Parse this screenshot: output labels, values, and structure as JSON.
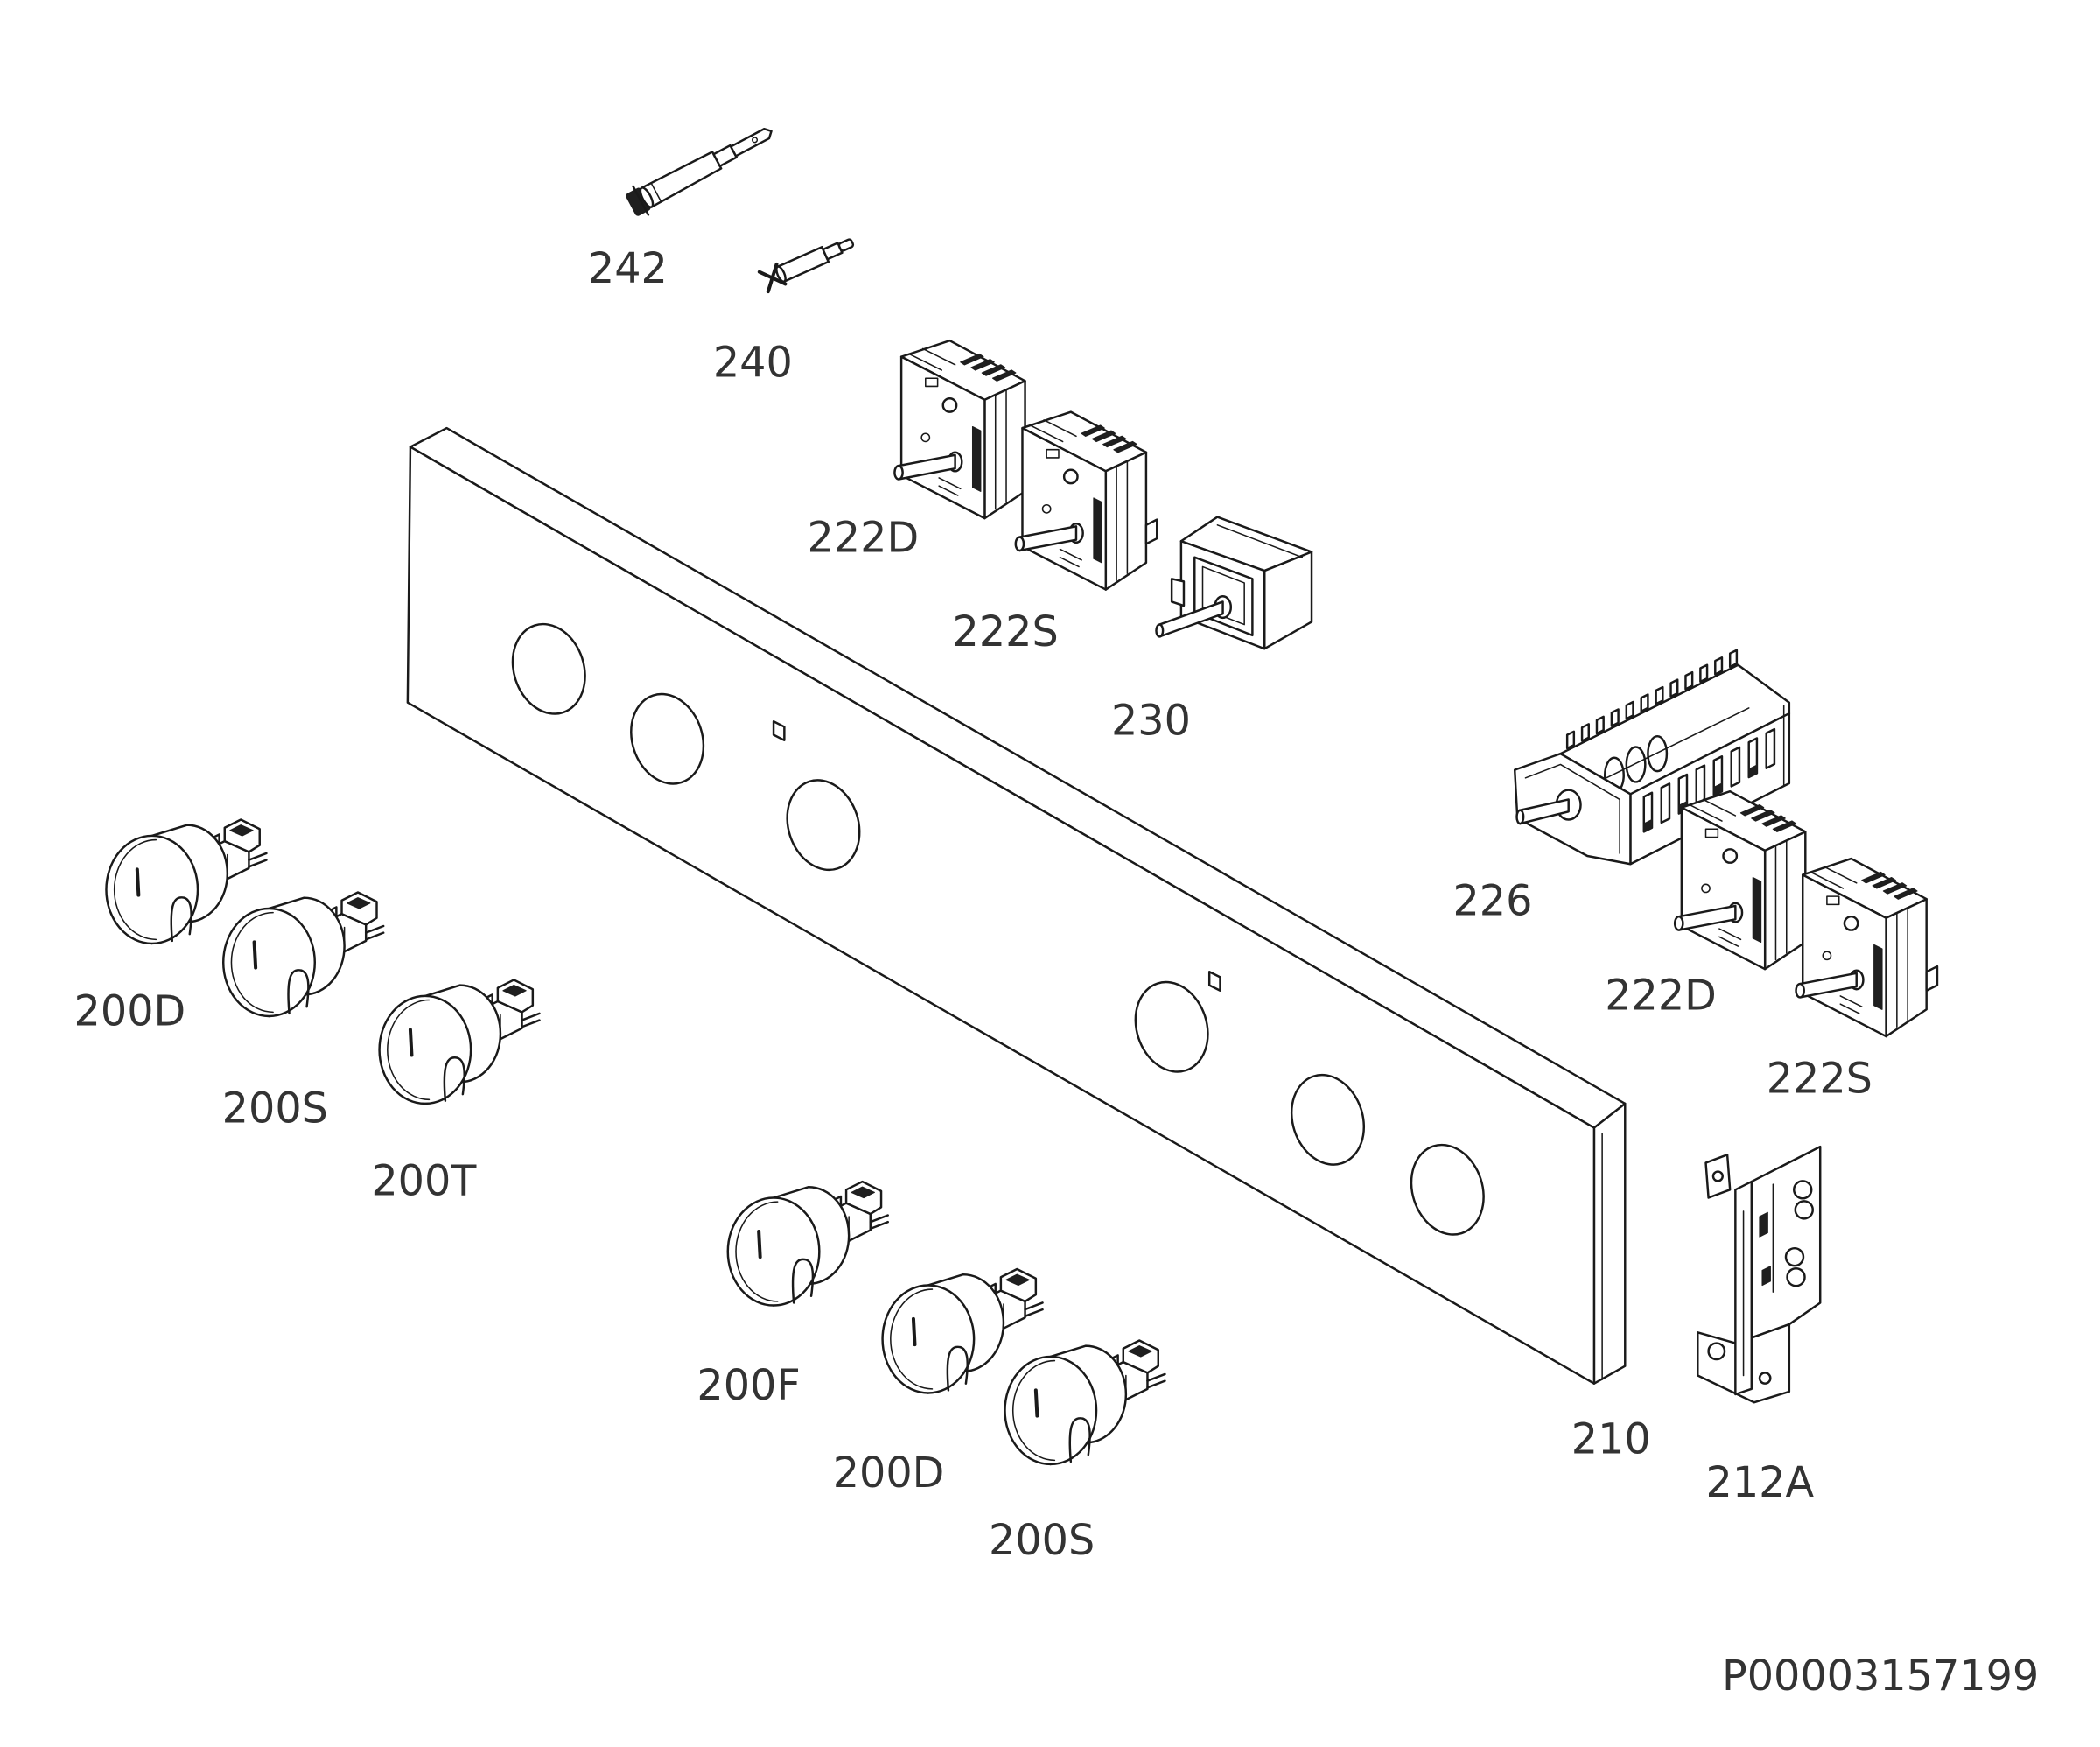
{
  "callouts": [
    "242",
    "240",
    "222D",
    "222S",
    "230",
    "226",
    "222D",
    "222S",
    "200D",
    "200S",
    "200T",
    "200F",
    "200D",
    "200S",
    "210",
    "212A"
  ],
  "drawing_number": "P00003157199",
  "colors": {
    "line": "#1a1a1a",
    "label": "#333333",
    "background": "#ffffff"
  }
}
